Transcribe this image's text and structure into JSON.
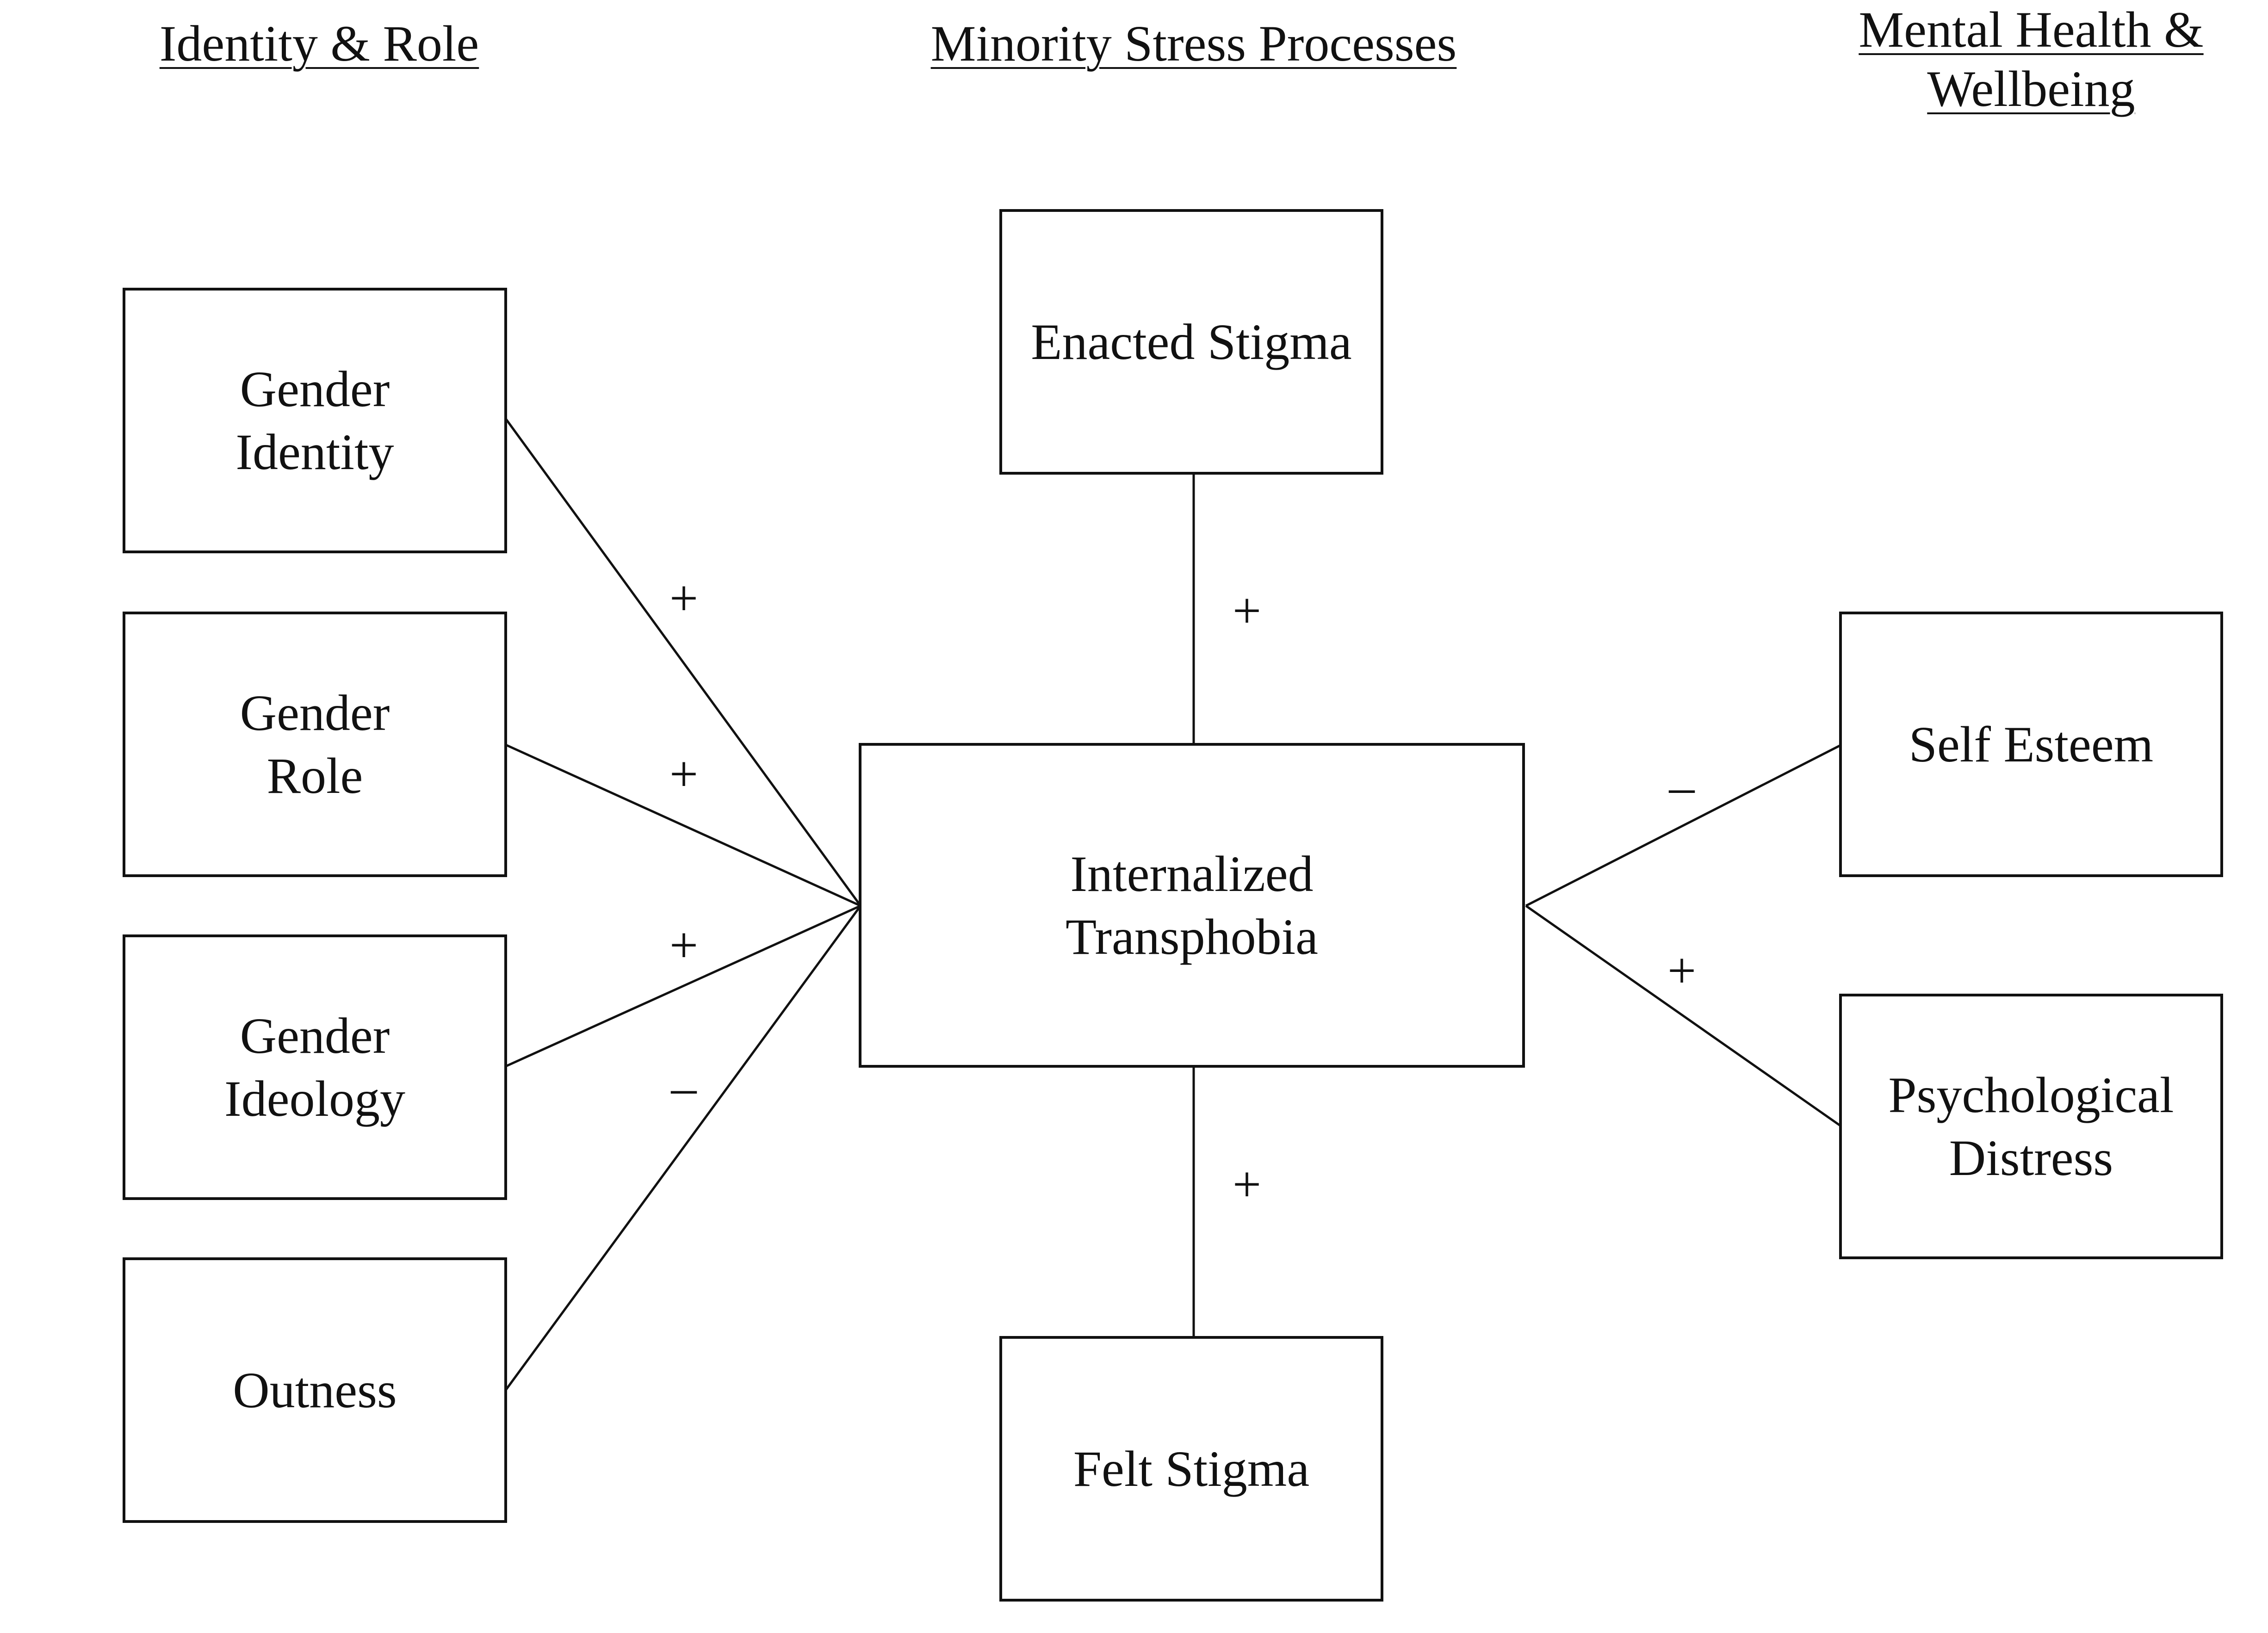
{
  "headings": {
    "identity_role": "Identity & Role",
    "minority_stress": "Minority Stress Processes",
    "mental_health_line1": "Mental Health &",
    "mental_health_line2": "Wellbeing"
  },
  "nodes": {
    "gender_identity": [
      "Gender",
      "Identity"
    ],
    "gender_role": [
      "Gender",
      "Role"
    ],
    "gender_ideology": [
      "Gender",
      "Ideology"
    ],
    "outness": [
      "Outness"
    ],
    "enacted_stigma": [
      "Enacted Stigma"
    ],
    "internalized_transphobia": [
      "Internalized",
      "Transphobia"
    ],
    "felt_stigma": [
      "Felt Stigma"
    ],
    "self_esteem": [
      "Self Esteem"
    ],
    "psychological_distress": [
      "Psychological",
      "Distress"
    ]
  },
  "edges": [
    {
      "from": "gender_identity",
      "to": "internalized_transphobia",
      "sign": "+"
    },
    {
      "from": "gender_role",
      "to": "internalized_transphobia",
      "sign": "+"
    },
    {
      "from": "gender_ideology",
      "to": "internalized_transphobia",
      "sign": "+"
    },
    {
      "from": "outness",
      "to": "internalized_transphobia",
      "sign": "–"
    },
    {
      "from": "enacted_stigma",
      "to": "internalized_transphobia",
      "sign": "+"
    },
    {
      "from": "felt_stigma",
      "to": "internalized_transphobia",
      "sign": "+"
    },
    {
      "from": "internalized_transphobia",
      "to": "self_esteem",
      "sign": "–"
    },
    {
      "from": "internalized_transphobia",
      "to": "psychological_distress",
      "sign": "+"
    }
  ],
  "colors": {
    "stroke": "#111111",
    "background": "#ffffff"
  }
}
